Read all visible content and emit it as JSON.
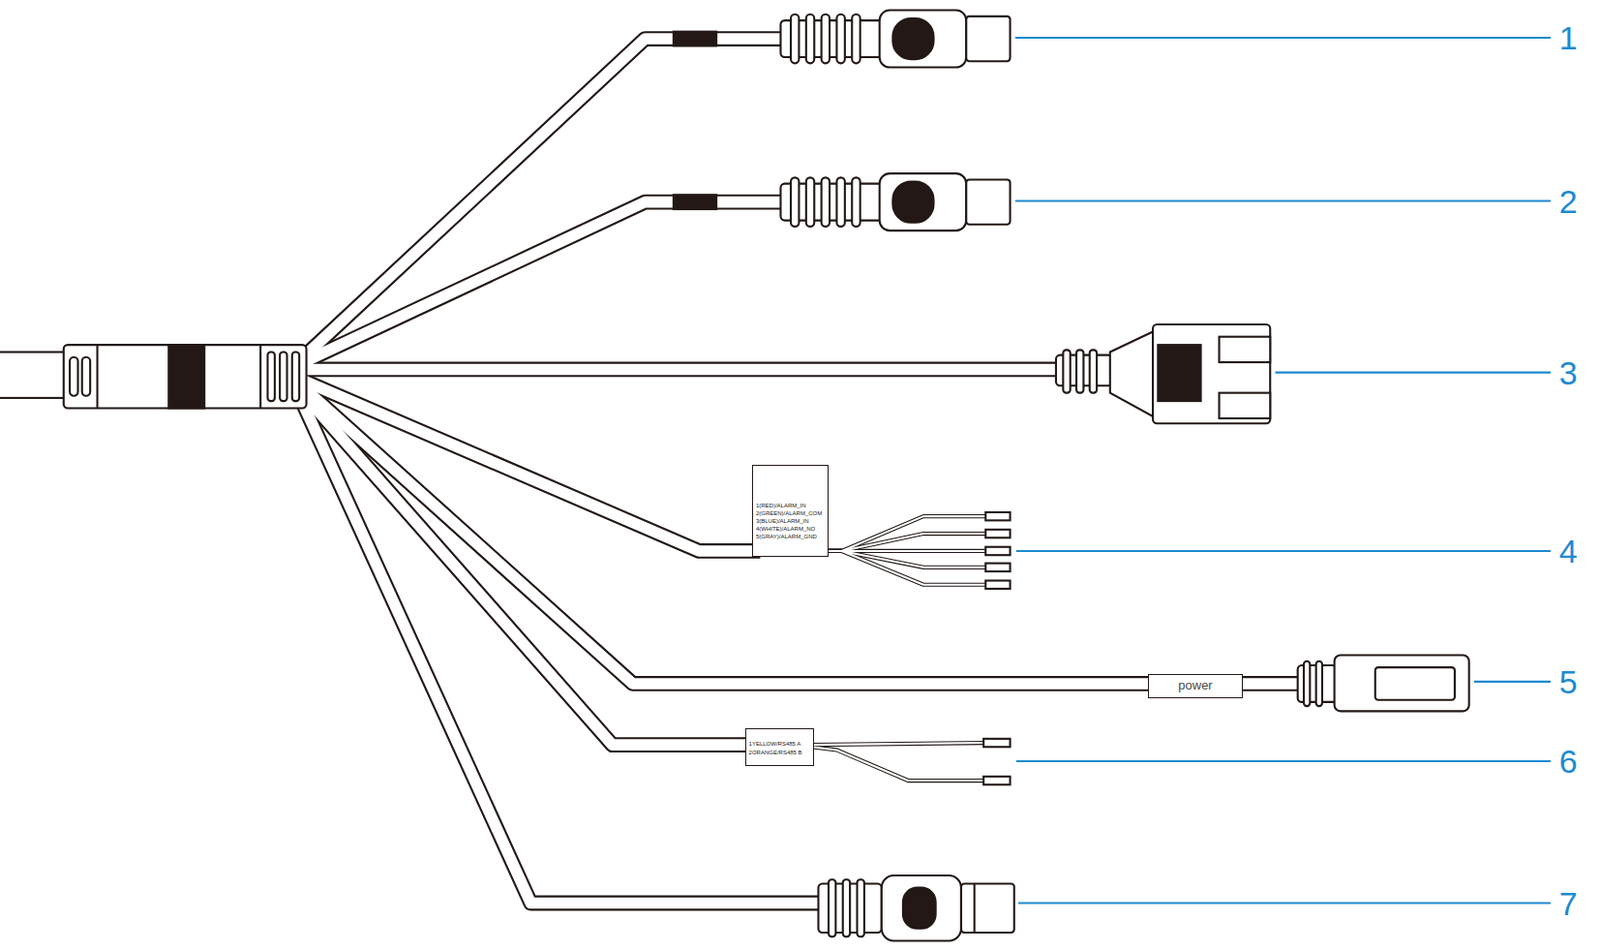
{
  "diagram": {
    "nodes": [
      {
        "text": [
          "1(RED)/ALARM_IN",
          "2(GREEN)/ALARM_COM",
          "3(BLUE)/ALARM_IN",
          "4(WHITE)/ALARM_NO",
          "5(GRAY)/ALARM_GND"
        ]
      },
      {
        "text": [
          "power"
        ]
      },
      {
        "text": [
          "1YELLOW/RS485 A",
          "2ORANGE/RS485 B"
        ]
      }
    ],
    "labels": [
      "1",
      "2",
      "3",
      "4",
      "5",
      "6",
      "7"
    ]
  }
}
